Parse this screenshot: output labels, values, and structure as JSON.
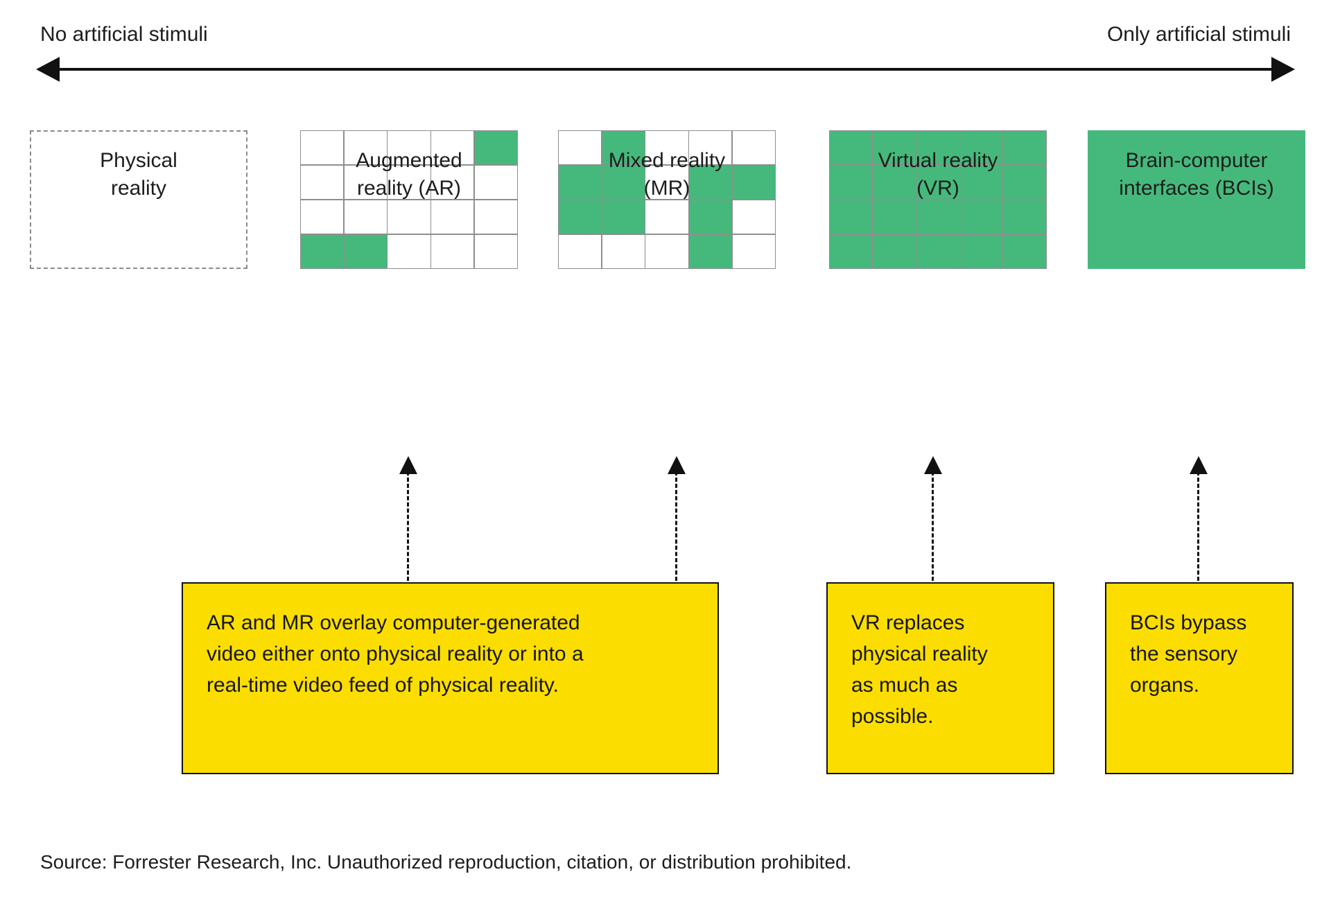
{
  "axis": {
    "left_label": "No artificial stimuli",
    "right_label": "Only artificial stimuli",
    "arrow_name": "double-headed-arrow"
  },
  "colors": {
    "green_fill": "#45b97c",
    "grid_line": "#8e8e8e",
    "dashed_border": "#8a8a8a",
    "callout_fill": "#fbdd00",
    "callout_border": "#111111",
    "text": "#1d1d1d"
  },
  "stages": [
    {
      "id": "physical-reality",
      "caption_line1": "Physical",
      "caption_line2": "reality",
      "figure_type": "dashed-empty",
      "grid": null
    },
    {
      "id": "augmented-reality",
      "caption_line1": "Augmented",
      "caption_line2": "reality (AR)",
      "figure_type": "grid",
      "grid": {
        "cols": 5,
        "rows": 4,
        "filled": [
          [
            0,
            0,
            0,
            0,
            1
          ],
          [
            0,
            0,
            0,
            0,
            0
          ],
          [
            0,
            0,
            0,
            0,
            0
          ],
          [
            1,
            1,
            0,
            0,
            0
          ]
        ]
      }
    },
    {
      "id": "mixed-reality",
      "caption_line1": "Mixed reality",
      "caption_line2": "(MR)",
      "figure_type": "grid",
      "grid": {
        "cols": 5,
        "rows": 4,
        "filled": [
          [
            0,
            1,
            0,
            0,
            0
          ],
          [
            1,
            1,
            0,
            1,
            1
          ],
          [
            1,
            1,
            0,
            1,
            0
          ],
          [
            0,
            0,
            0,
            1,
            0
          ]
        ]
      }
    },
    {
      "id": "virtual-reality",
      "caption_line1": "Virtual reality",
      "caption_line2": "(VR)",
      "figure_type": "grid",
      "grid": {
        "cols": 5,
        "rows": 4,
        "filled": [
          [
            1,
            1,
            1,
            1,
            1
          ],
          [
            1,
            1,
            1,
            1,
            1
          ],
          [
            1,
            1,
            1,
            1,
            1
          ],
          [
            1,
            1,
            1,
            1,
            1
          ]
        ]
      }
    },
    {
      "id": "brain-computer-interfaces",
      "caption_line1": "Brain-computer",
      "caption_line2": "interfaces (BCIs)",
      "figure_type": "solid",
      "grid": null
    }
  ],
  "callouts": [
    {
      "id": "ar-mr-callout",
      "text": "AR and MR overlay computer-generated video either onto physical reality or into a real-time video feed of physical reality.",
      "lines": [
        "AR and MR overlay computer-generated",
        "video either onto physical reality or into a",
        "real-time video feed of physical reality."
      ]
    },
    {
      "id": "vr-callout",
      "text": "VR replaces physical reality as much as possible.",
      "lines": [
        "VR replaces",
        "physical reality",
        "as much as",
        "possible."
      ]
    },
    {
      "id": "bci-callout",
      "text": "BCIs bypass the sensory organs.",
      "lines": [
        "BCIs bypass",
        "the sensory",
        "organs."
      ]
    }
  ],
  "source": {
    "note": "Source: Forrester Research, Inc. Unauthorized reproduction, citation, or distribution prohibited."
  }
}
